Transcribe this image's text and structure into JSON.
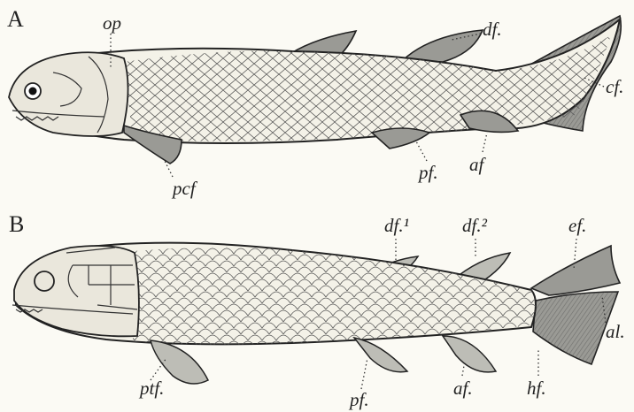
{
  "panels": [
    {
      "letter": "A",
      "labels": {
        "op": "op",
        "df": "df.",
        "cf": "cf.",
        "af": "af",
        "pf": "pf.",
        "pcf": "pcf"
      }
    },
    {
      "letter": "B",
      "labels": {
        "df1": "df.¹",
        "df2": "df.²",
        "ef": "ef.",
        "al": "al.",
        "hf": "hf.",
        "af": "af.",
        "pf": "pf.",
        "ptf": "ptf."
      }
    }
  ]
}
